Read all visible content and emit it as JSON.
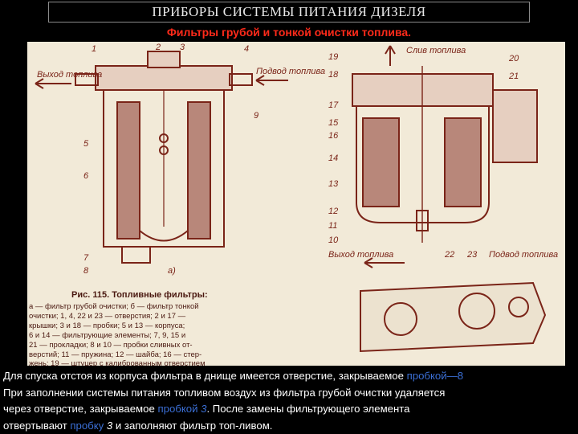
{
  "slide": {
    "title": "ПРИБОРЫ СИСТЕМЫ ПИТАНИЯ ДИЗЕЛЯ",
    "subtitle": "Фильтры грубой и тонкой очистки топлива."
  },
  "figure": {
    "left_labels": {
      "outlet": "Выход топлива",
      "inlet": "Подвод топлива",
      "n1": "1",
      "n2": "2",
      "n3": "3",
      "n4": "4",
      "n5": "5",
      "n6": "6",
      "n7": "7",
      "n8": "8",
      "n9": "9",
      "sub_a": "а)"
    },
    "right_labels": {
      "drain": "Слив топлива",
      "outlet": "Выход топлива",
      "inlet": "Подвод топлива",
      "n10": "10",
      "n11": "11",
      "n12": "12",
      "n13": "13",
      "n14": "14",
      "n15": "15",
      "n16": "16",
      "n17": "17",
      "n18": "18",
      "n19": "19",
      "n20": "20",
      "n21": "21",
      "n22": "22",
      "n23": "23"
    },
    "caption_title": "Рис. 115. Топливные фильтры:",
    "legend_lines": [
      "а — фильтр грубой очистки; б — фильтр тонкой",
      "очистки; 1, 4, 22 и 23 — отверстия; 2 и 17 —",
      "крышки; 3 и 18 — пробки; 5 и 13 — корпуса;",
      "6 и 14 — фильтрующие элементы; 7, 9, 15 и",
      "21 — прокладки; 8 и 10 — пробки сливных от-",
      "верстий; 11 — пружина; 12 — шайба; 16 — стер-",
      "жень; 19 — штуцер с калиброванным отверстием"
    ]
  },
  "caption": {
    "line1_pre": "Для спуска отстоя из корпуса фильтра в днище имеется отверстие, закрываемое ",
    "line1_hl": "пробкой—8",
    "line2": "При заполнении системы питания топливом воздух из фильтра грубой очистки удаляется",
    "line3_pre": "через отверстие, закрываемое ",
    "line3_hl_word": "пробкой ",
    "line3_hl_num": "3",
    "line3_post": ". После замены фильтрующего элемента",
    "line4_pre": "отвертывают ",
    "line4_hl_word": "пробку ",
    "line4_hl_num": "3",
    "line4_post": " и заполняют фильтр топ-ливом."
  },
  "colors": {
    "background": "#000000",
    "subtitle": "#ff2a1a",
    "highlight": "#3b6fd6",
    "ink": "#7a2418",
    "paper": "#f2ead8"
  }
}
